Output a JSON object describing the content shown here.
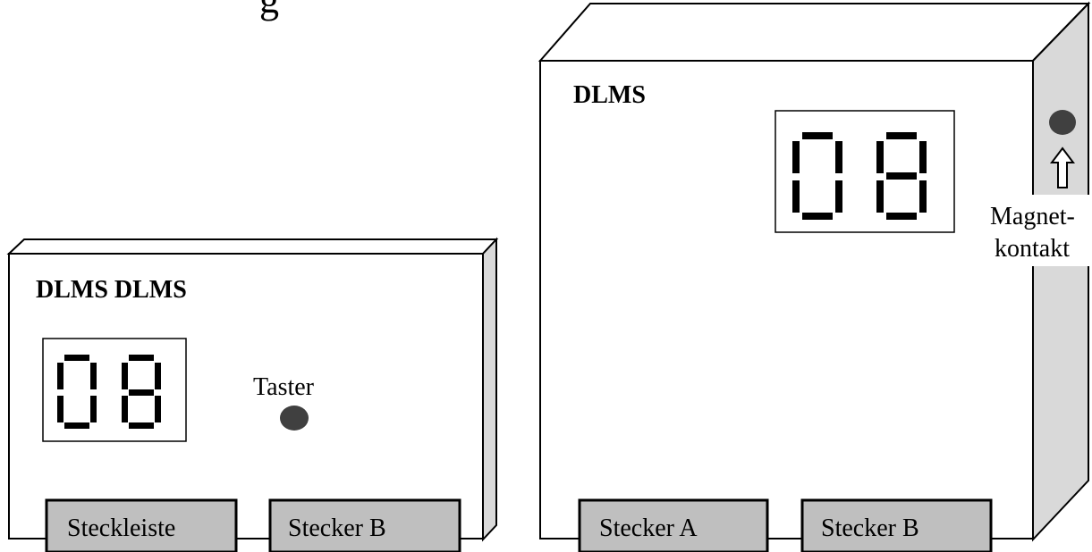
{
  "heading_fragment": "g",
  "device_small": {
    "title": "DLMS DLMS",
    "display_digits": "08",
    "button_label": "Taster",
    "connectors": [
      "Steckleiste",
      "Stecker B"
    ]
  },
  "device_large": {
    "title": "DLMS",
    "display_digits": "08",
    "side_label_line1": "Magnet-",
    "side_label_line2": "kontakt",
    "connectors": [
      "Stecker A",
      "Stecker B"
    ]
  },
  "colors": {
    "outline": "#000000",
    "panel_face": "#ffffff",
    "side_face": "#d9d9d9",
    "connector_fill": "#bfbfbf",
    "led": "#404040",
    "segment": "#000000"
  }
}
